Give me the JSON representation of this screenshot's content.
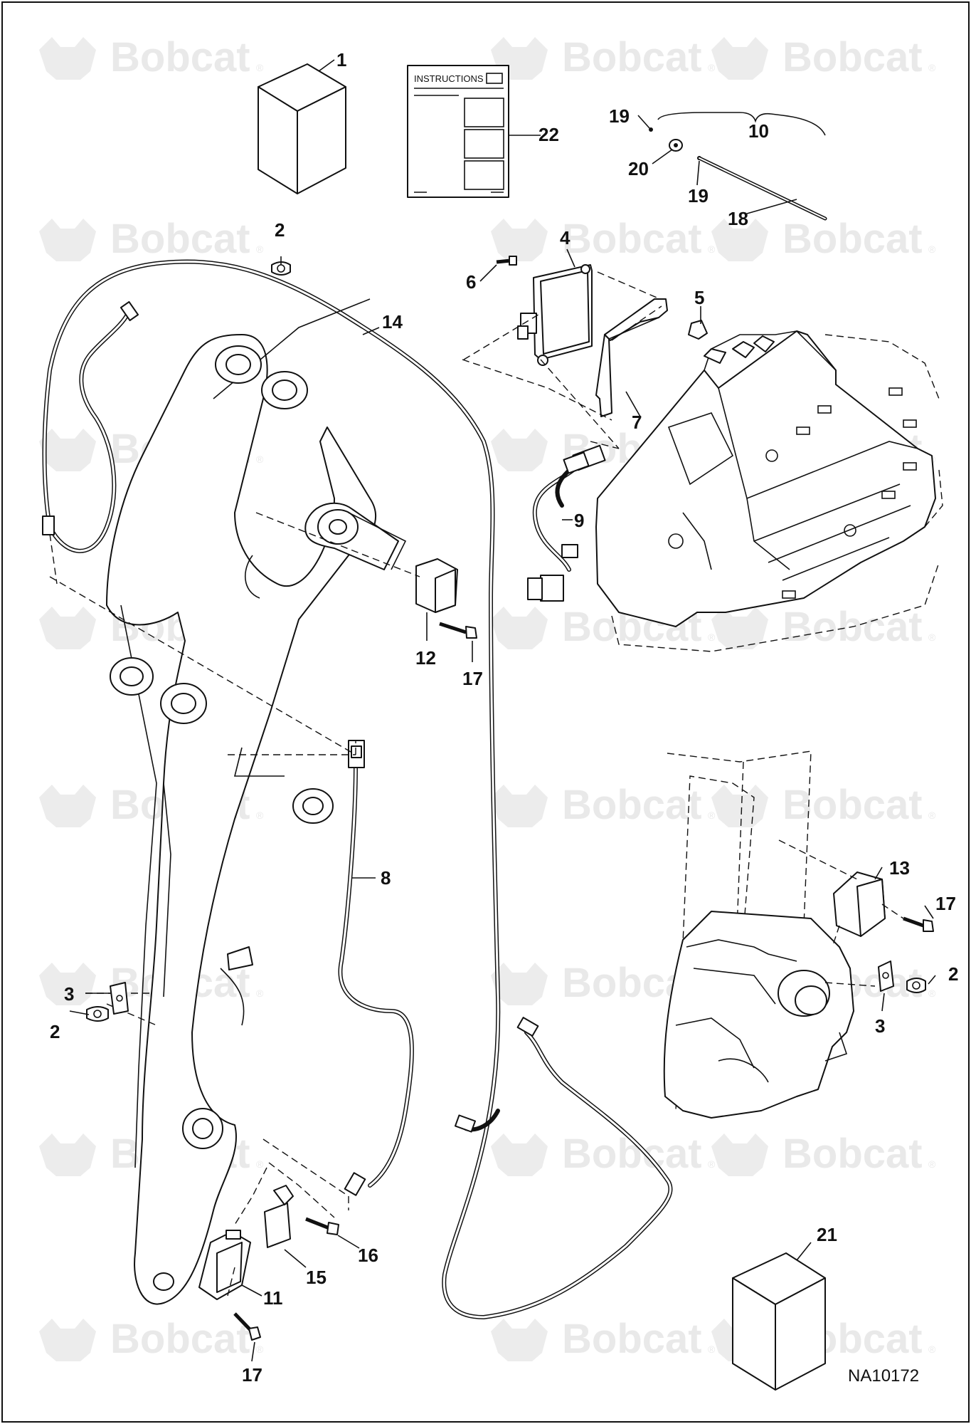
{
  "watermark": {
    "brand": "Bobcat",
    "registered": "®"
  },
  "instructions_sheet": {
    "title": "INSTRUCTIONS"
  },
  "drawing_id": "NA10172",
  "callouts": [
    {
      "id": "c1",
      "label": "1"
    },
    {
      "id": "c22",
      "label": "22"
    },
    {
      "id": "c19a",
      "label": "19"
    },
    {
      "id": "c10",
      "label": "10"
    },
    {
      "id": "c20",
      "label": "20"
    },
    {
      "id": "c19b",
      "label": "19"
    },
    {
      "id": "c18",
      "label": "18"
    },
    {
      "id": "c2a",
      "label": "2"
    },
    {
      "id": "c4",
      "label": "4"
    },
    {
      "id": "c6",
      "label": "6"
    },
    {
      "id": "c5",
      "label": "5"
    },
    {
      "id": "c14",
      "label": "14"
    },
    {
      "id": "c7",
      "label": "7"
    },
    {
      "id": "c9",
      "label": "9"
    },
    {
      "id": "c12",
      "label": "12"
    },
    {
      "id": "c17a",
      "label": "17"
    },
    {
      "id": "c8",
      "label": "8"
    },
    {
      "id": "c13",
      "label": "13"
    },
    {
      "id": "c17b",
      "label": "17"
    },
    {
      "id": "c3a",
      "label": "3"
    },
    {
      "id": "c2b",
      "label": "2"
    },
    {
      "id": "c2c",
      "label": "2"
    },
    {
      "id": "c3b",
      "label": "3"
    },
    {
      "id": "c21",
      "label": "21"
    },
    {
      "id": "c16",
      "label": "16"
    },
    {
      "id": "c15",
      "label": "15"
    },
    {
      "id": "c11",
      "label": "11"
    },
    {
      "id": "c17c",
      "label": "17"
    }
  ]
}
